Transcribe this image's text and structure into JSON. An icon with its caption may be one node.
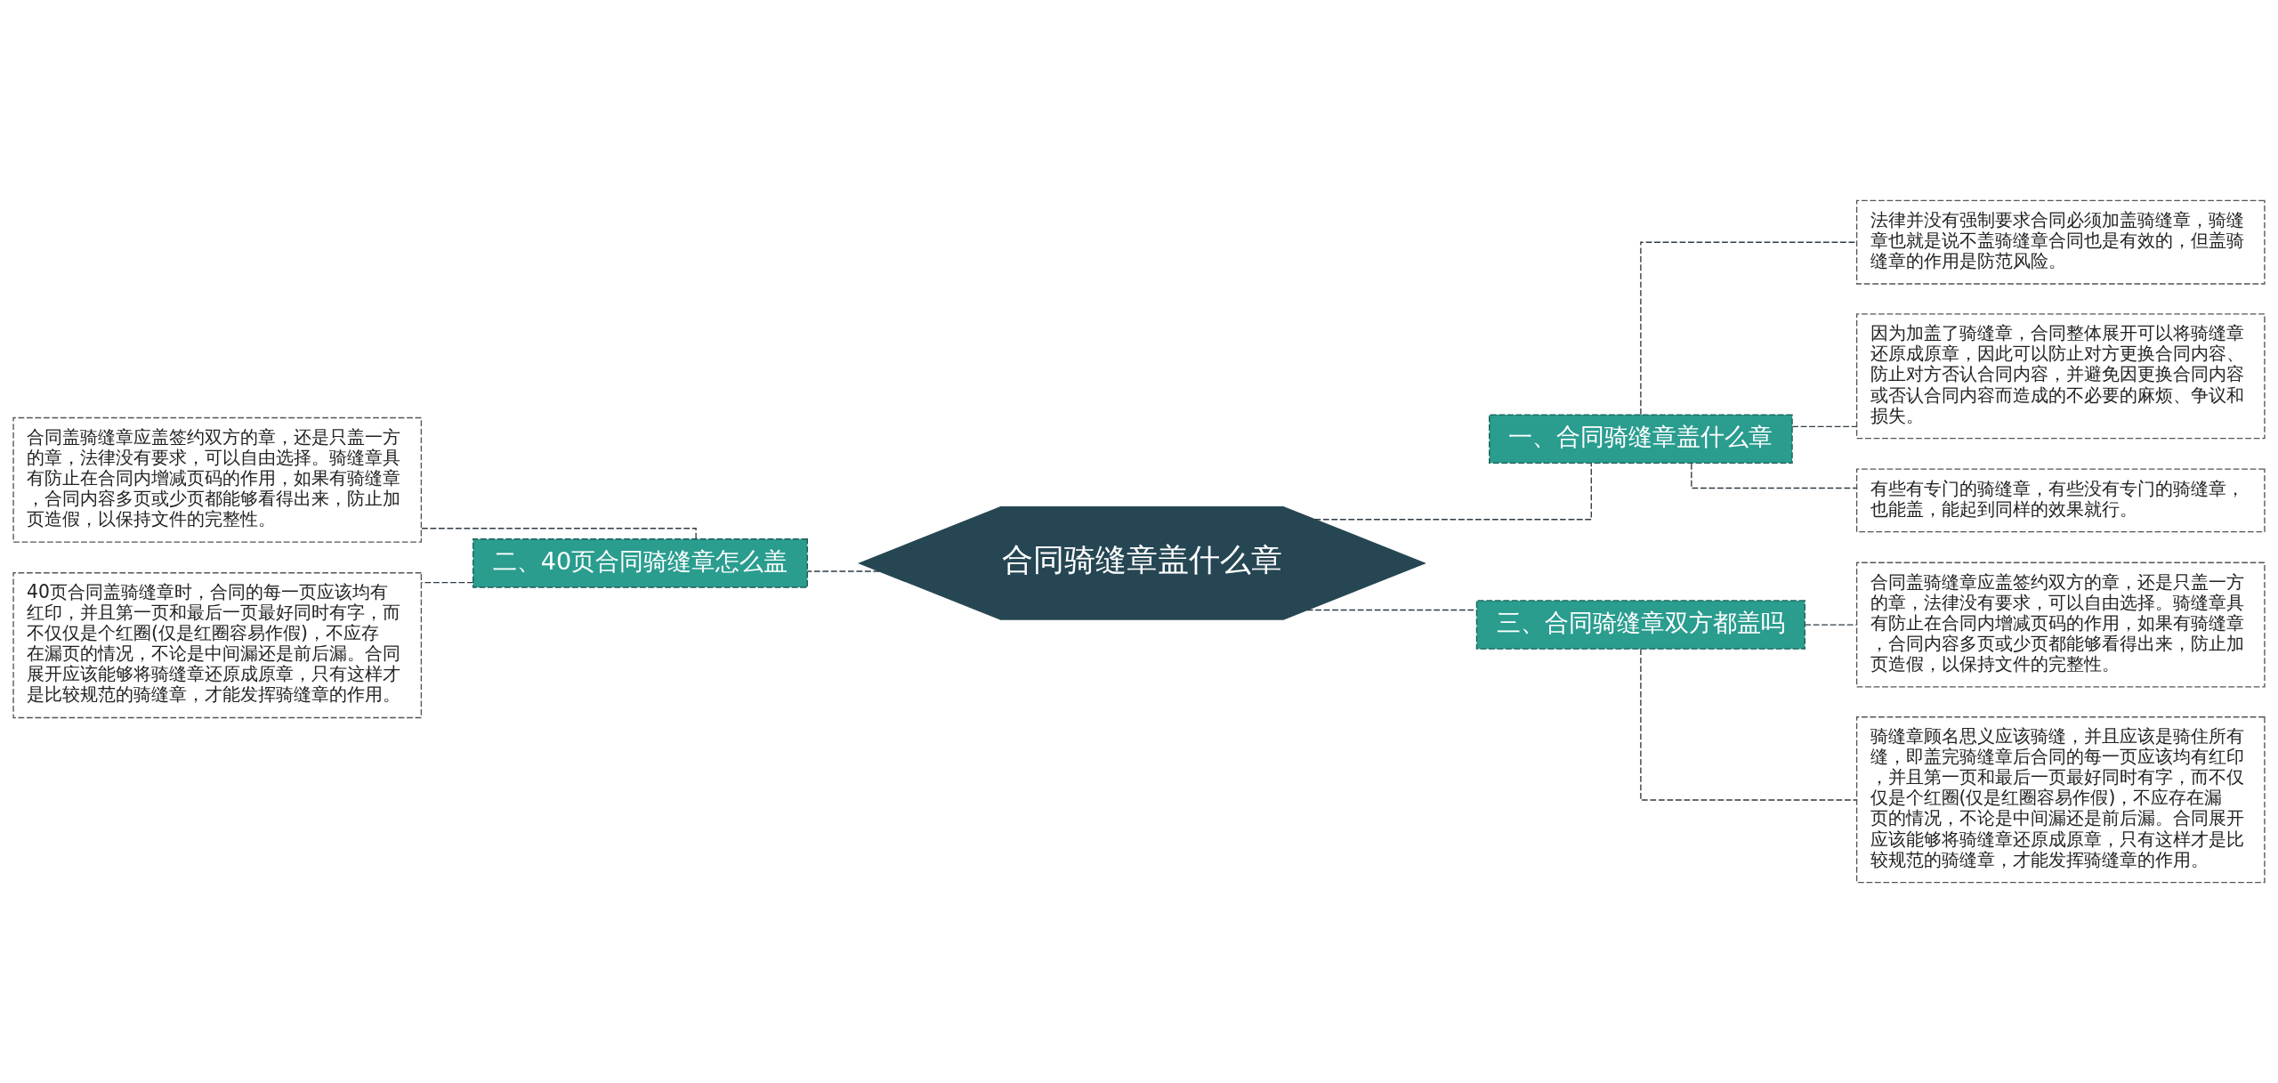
{
  "diagram": {
    "nodes": [
      {
        "text": [
          "合同骑缝章盖什么章"
        ]
      },
      {
        "text": [
          "一、合同骑缝章盖什么章"
        ]
      },
      {
        "text": [
          "法律并没有强制要求合同必须加盖骑缝章，骑缝章也就是说不盖骑缝章合同也是有效的，但盖骑缝章的作用是防范风险。"
        ]
      },
      {
        "text": [
          "因为加盖了骑缝章，合同整体展开可以将骑缝章还原成原章，因此可以防止对方更换合同内容、防止对方否认合同内容，并避免因更换合同内容或否认合同内容而造成的不必要的麻烦、争议和损失。"
        ]
      },
      {
        "text": [
          "有些有专门的骑缝章，有些没有专门的骑缝章，也能盖，能起到同样的效果就行。"
        ]
      },
      {
        "text": [
          "二、40页合同骑缝章怎么盖"
        ]
      },
      {
        "text": [
          "合同盖骑缝章应盖签约双方的章，还是只盖一方的章，法律没有要求，可以自由选择。骑缝章具有防止在合同内增减页码的作用，如果有骑缝章，合同内容多页或少页都能够看得出来，防止加页造假，以保持文件的完整性。"
        ]
      },
      {
        "text": [
          "40页合同盖骑缝章时，合同的每一页应该均有红印，并且第一页和最后一页最好同时有字，而不仅仅是个红圈(仅是红圈容易作假)，不应存在漏页的情况，不论是中间漏还是前后漏。合同展开应该能够将骑缝章还原成原章，只有这样才是比较规范的骑缝章，才能发挥骑缝章的作用。"
        ]
      },
      {
        "text": [
          "三、合同骑缝章双方都盖吗"
        ]
      },
      {
        "text": [
          "合同盖骑缝章应盖签约双方的章，还是只盖一方的章，法律没有要求，可以自由选择。骑缝章具有防止在合同内增减页码的作用，如果有骑缝章，合同内容多页或少页都能够看得出来，防止加页造假，以保持文件的完整性。"
        ]
      },
      {
        "text": [
          "骑缝章顾名思义应该骑缝，并且应该是骑住所有缝，即盖完骑缝章后合同的每一页应该均有红印，并且第一页和最后一页最好同时有字，而不仅仅是个红圈(仅是红圈容易作假)，不应存在漏页的情况，不论是中间漏还是前后漏。合同展开应该能够将骑缝章还原成原章，只有这样才是比较规范的骑缝章，才能发挥骑缝章的作用。"
        ]
      }
    ],
    "edges": [
      {
        "from": 0,
        "to": 1,
        "arrow": "none",
        "style": "dashed"
      },
      {
        "from": 1,
        "to": 2,
        "arrow": "none",
        "style": "dashed"
      },
      {
        "from": 1,
        "to": 3,
        "arrow": "none",
        "style": "dashed"
      },
      {
        "from": 1,
        "to": 4,
        "arrow": "none",
        "style": "dashed"
      },
      {
        "from": 0,
        "to": 5,
        "arrow": "none",
        "style": "dashed"
      },
      {
        "from": 5,
        "to": 6,
        "arrow": "none",
        "style": "dashed"
      },
      {
        "from": 5,
        "to": 7,
        "arrow": "none",
        "style": "dashed"
      },
      {
        "from": 0,
        "to": 8,
        "arrow": "none",
        "style": "dashed"
      },
      {
        "from": 8,
        "to": 9,
        "arrow": "none",
        "style": "dashed"
      },
      {
        "from": 8,
        "to": 10,
        "arrow": "none",
        "style": "dashed"
      }
    ]
  }
}
